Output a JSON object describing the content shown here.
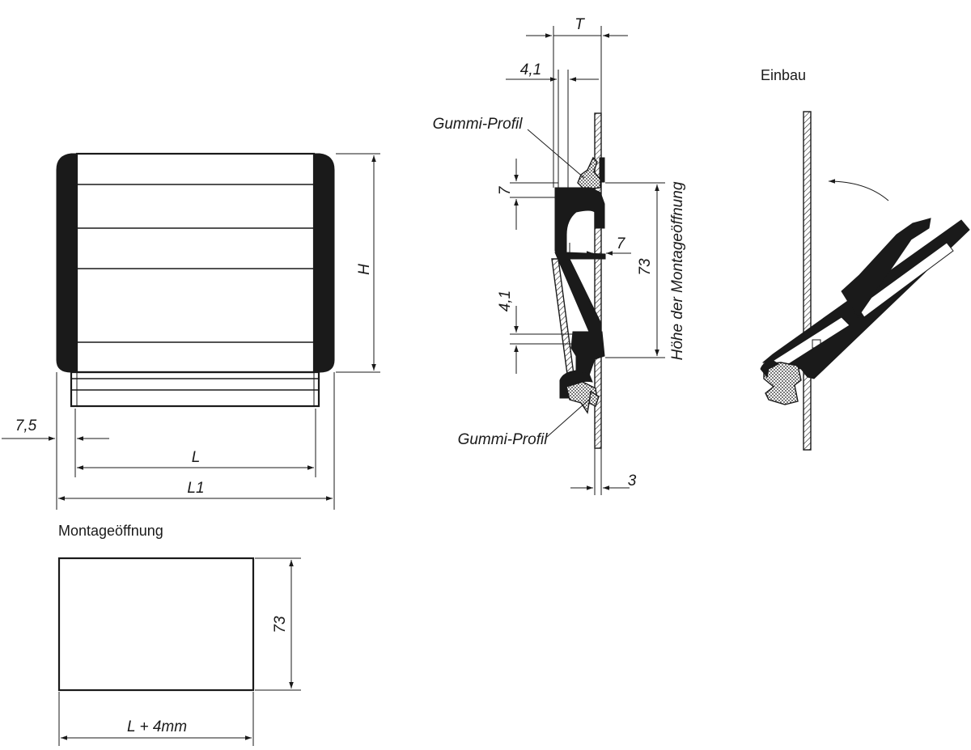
{
  "labels": {
    "einbau": "Einbau",
    "montageoeffnung": "Montageöffnung",
    "gummi_profil_top": "Gummi-Profil",
    "gummi_profil_bottom": "Gummi-Profil",
    "hoehe_montageoeffnung": "Höhe der Montageöffnung"
  },
  "dimensions": {
    "front": {
      "h": "H",
      "l": "L",
      "l1": "L1",
      "offset": "7,5"
    },
    "section": {
      "t": "T",
      "top_41": "4,1",
      "top_7": "7",
      "mid_7": "7",
      "height_73": "73",
      "lower_41": "4,1",
      "bottom_3": "3"
    },
    "opening": {
      "height_73": "73",
      "width": "L + 4mm"
    }
  }
}
